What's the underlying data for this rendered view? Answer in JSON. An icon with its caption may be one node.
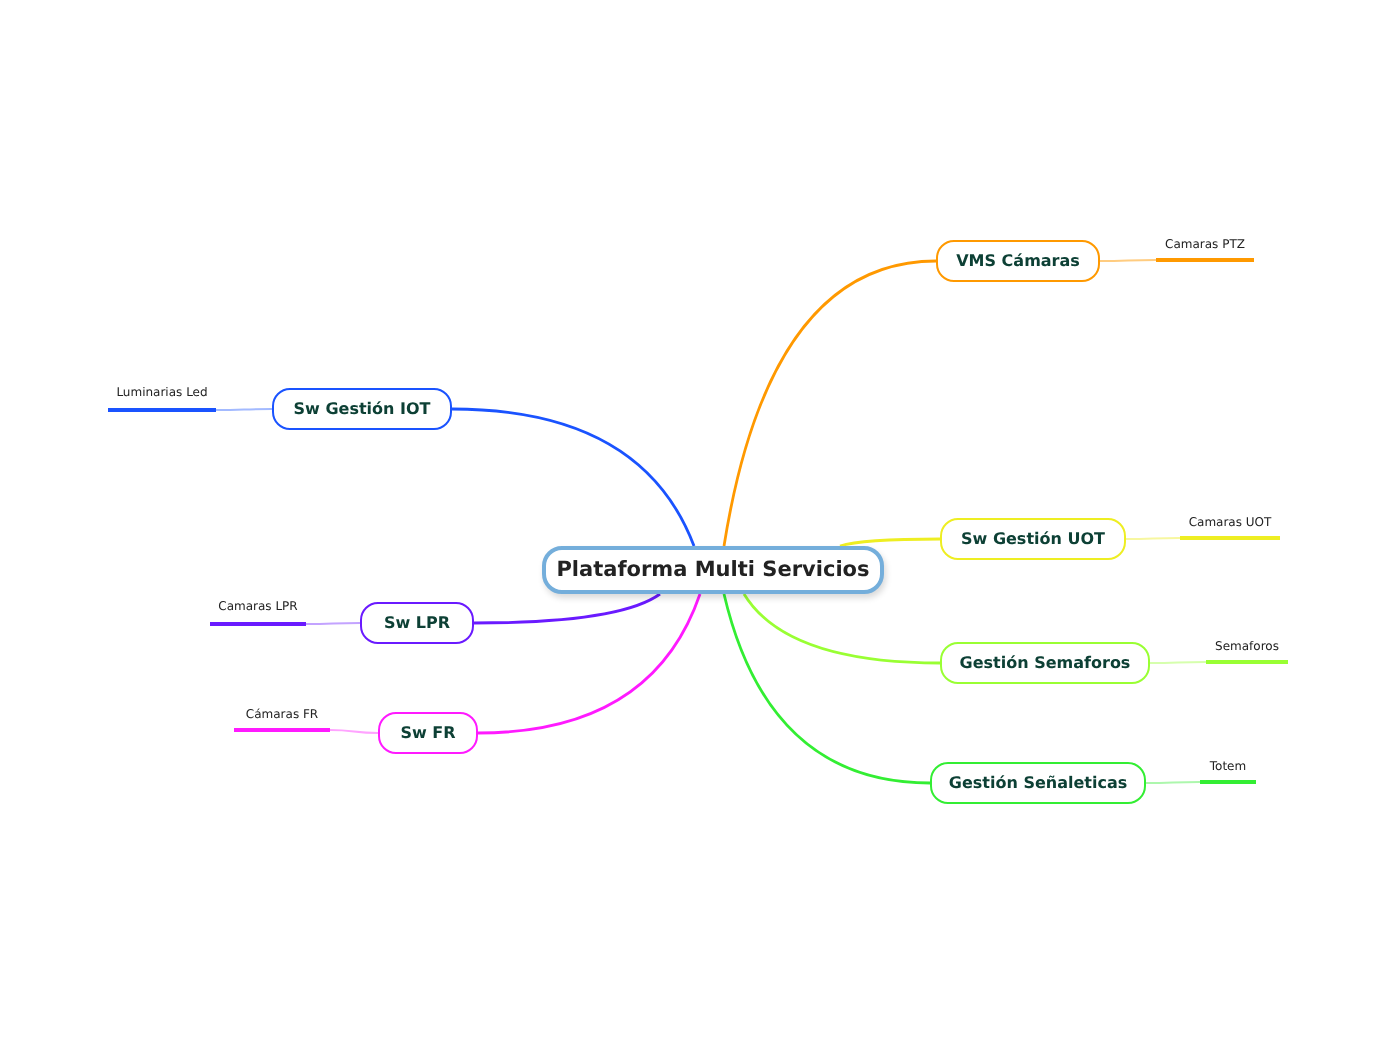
{
  "diagram": {
    "nodes": [
      {
        "text": [
          "Plataforma Multi Servicios"
        ]
      },
      {
        "text": [
          "VMS Cámaras"
        ]
      },
      {
        "text": [
          "Camaras PTZ"
        ]
      },
      {
        "text": [
          "Sw Gestión IOT"
        ]
      },
      {
        "text": [
          "Luminarias Led"
        ]
      },
      {
        "text": [
          "Sw Gestión UOT"
        ]
      },
      {
        "text": [
          "Camaras UOT"
        ]
      },
      {
        "text": [
          "Sw LPR"
        ]
      },
      {
        "text": [
          "Camaras LPR"
        ]
      },
      {
        "text": [
          "Gestión Semaforos"
        ]
      },
      {
        "text": [
          "Semaforos"
        ]
      },
      {
        "text": [
          "Sw FR"
        ]
      },
      {
        "text": [
          "Cámaras FR"
        ]
      },
      {
        "text": [
          "Gestión Señaleticas"
        ]
      },
      {
        "text": [
          "Totem"
        ]
      }
    ],
    "edges": [
      {
        "from": 0,
        "to": 1,
        "arrow": "none",
        "color": "#ff9900"
      },
      {
        "from": 1,
        "to": 2,
        "arrow": "none",
        "color": "#ffcc80"
      },
      {
        "from": 0,
        "to": 3,
        "arrow": "none",
        "color": "#1a53ff"
      },
      {
        "from": 3,
        "to": 4,
        "arrow": "none",
        "color": "#a3baff"
      },
      {
        "from": 0,
        "to": 5,
        "arrow": "none",
        "color": "#eeee22"
      },
      {
        "from": 5,
        "to": 6,
        "arrow": "none",
        "color": "#f7f7a0"
      },
      {
        "from": 0,
        "to": 7,
        "arrow": "none",
        "color": "#6a1aff"
      },
      {
        "from": 7,
        "to": 8,
        "arrow": "none",
        "color": "#c3a3ff"
      },
      {
        "from": 0,
        "to": 9,
        "arrow": "none",
        "color": "#99ff33"
      },
      {
        "from": 9,
        "to": 10,
        "arrow": "none",
        "color": "#d6ffad"
      },
      {
        "from": 0,
        "to": 11,
        "arrow": "none",
        "color": "#ff1aff"
      },
      {
        "from": 11,
        "to": 12,
        "arrow": "none",
        "color": "#ffa3ff"
      },
      {
        "from": 0,
        "to": 13,
        "arrow": "none",
        "color": "#33ee33"
      },
      {
        "from": 13,
        "to": 14,
        "arrow": "none",
        "color": "#adf7ad"
      }
    ]
  }
}
